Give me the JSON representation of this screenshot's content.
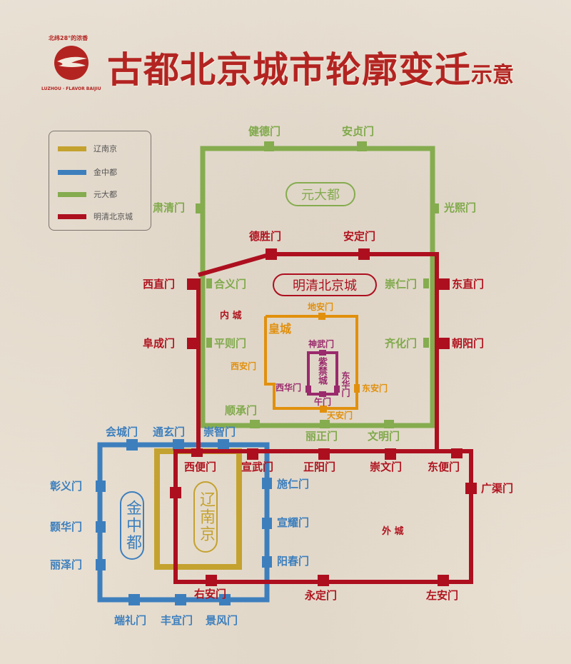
{
  "header": {
    "title_main": "古都北京城市轮廓变迁",
    "title_suffix": "示意",
    "logo": {
      "top_text": "北纬28°的浓香",
      "bottom_text": "LUZHOU · FLAVOR BAIJIU"
    }
  },
  "colors": {
    "background": "#ebe3d6",
    "liao": "#c4a22f",
    "jin": "#3d7fbd",
    "yuan": "#85ac4f",
    "ming": "#ad0f1f",
    "imperial_city": "#e1900d",
    "forbidden_city": "#9a2a6c",
    "title": "#b32421"
  },
  "legend": {
    "items": [
      {
        "label": "辽南京",
        "color": "#c4a22f"
      },
      {
        "label": "金中都",
        "color": "#3d7fbd"
      },
      {
        "label": "元大都",
        "color": "#85ac4f"
      },
      {
        "label": "明清北京城",
        "color": "#ad0f1f"
      }
    ]
  },
  "cities": {
    "yuan": {
      "name": "元大都",
      "gates": {
        "north": [
          "健德门",
          "安贞门"
        ],
        "west": [
          "肃清门",
          "合义门",
          "平则门"
        ],
        "east": [
          "光熙门",
          "崇仁门",
          "齐化门"
        ],
        "south": [
          "顺承门",
          "丽正门",
          "文明门"
        ]
      }
    },
    "ming": {
      "name": "明清北京城",
      "inner_label": "内 城",
      "outer_label": "外 城",
      "gates": {
        "north": [
          "德胜门",
          "安定门"
        ],
        "west": [
          "西直门",
          "阜成门"
        ],
        "east": [
          "东直门",
          "朝阳门"
        ],
        "inner_south": [
          "宣武门",
          "正阳门",
          "崇文门"
        ],
        "outer_north": [
          "西便门",
          "东便门"
        ],
        "outer_east": [
          "广渠门"
        ],
        "outer_south": [
          "右安门",
          "永定门",
          "左安门"
        ]
      }
    },
    "imperial": {
      "name": "皇城",
      "gates": [
        "地安门",
        "西安门",
        "东安门",
        "天安门"
      ]
    },
    "forbidden": {
      "name": "紫禁城",
      "gates": [
        "神武门",
        "西华门",
        "东华门",
        "午门"
      ]
    },
    "jin": {
      "name": "金中都",
      "gates": {
        "north": [
          "会城门",
          "通玄门",
          "崇智门"
        ],
        "west": [
          "彰义门",
          "颢华门",
          "丽泽门"
        ],
        "east": [
          "施仁门",
          "宣耀门",
          "阳春门"
        ],
        "south": [
          "端礼门",
          "丰宜门",
          "景风门"
        ]
      }
    },
    "liao": {
      "name": "辽南京"
    }
  }
}
